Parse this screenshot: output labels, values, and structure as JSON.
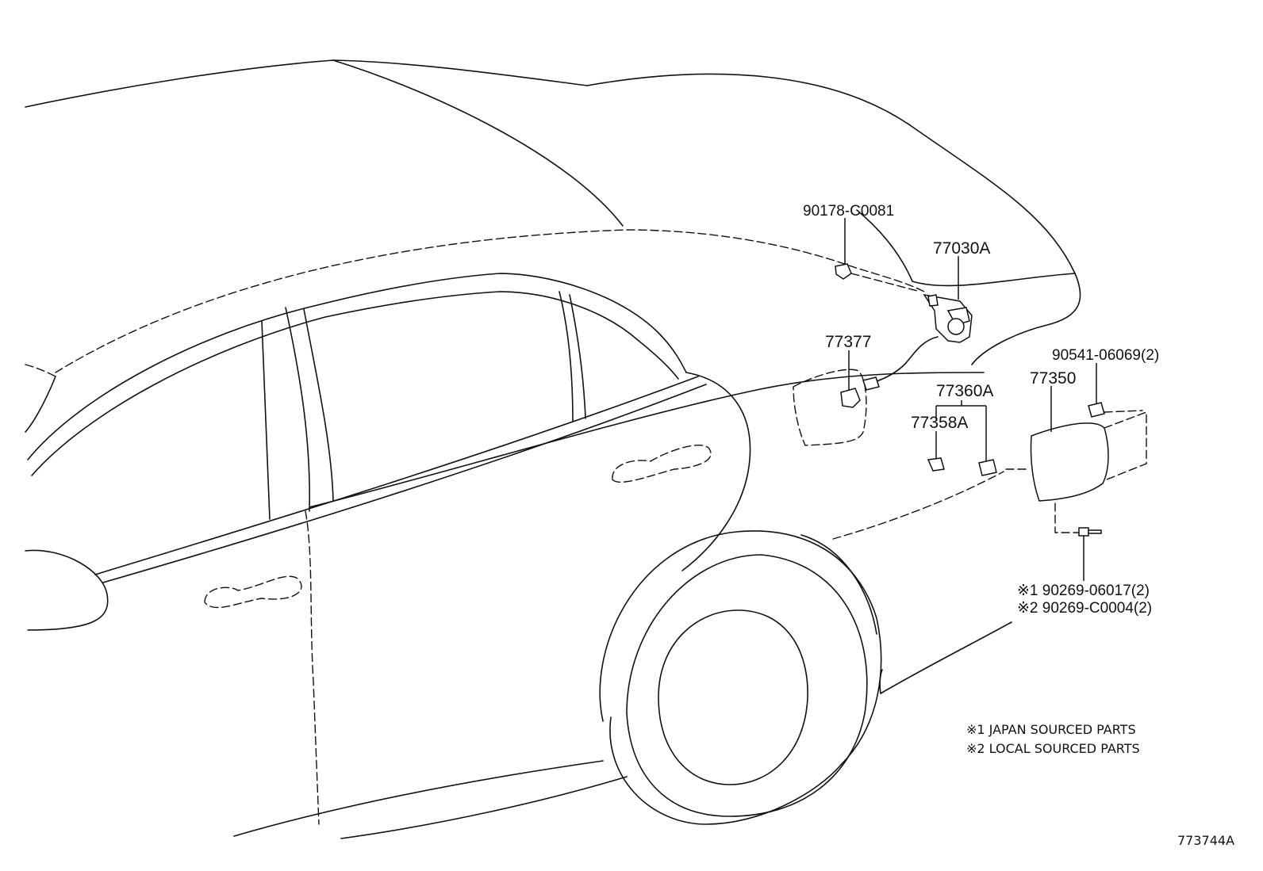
{
  "parts": {
    "p1": "90178-C0081",
    "p2": "77030A",
    "p3": "77377",
    "p4": "77360A",
    "p5": "77358A",
    "p6": "77350",
    "p7": "90541-06069(2)",
    "p8": "※1 90269-06017(2)",
    "p9": "※2 90269-C0004(2)"
  },
  "notes": {
    "n1": "※1 JAPAN SOURCED PARTS",
    "n2": "※2 LOCAL SOURCED PARTS"
  },
  "diagram_id": "773744A"
}
